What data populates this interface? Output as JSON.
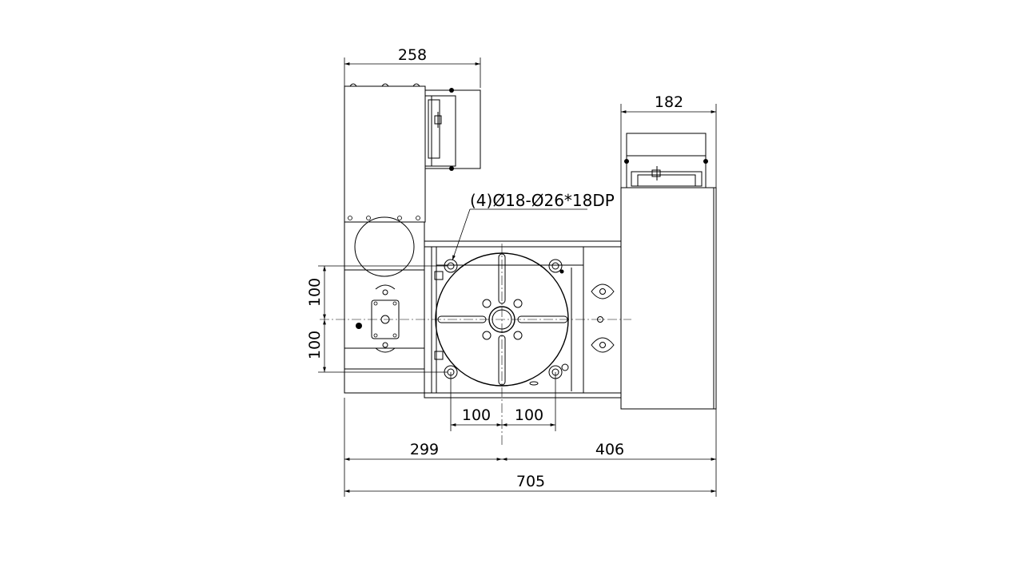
{
  "dimensions": {
    "top_left_width": "258",
    "top_right_width": "182",
    "vertical_upper": "100",
    "vertical_lower": "100",
    "bottom_left_hole": "100",
    "bottom_right_hole": "100",
    "left_to_center": "299",
    "center_to_right": "406",
    "overall_width": "705"
  },
  "callout": {
    "hole_spec": "(4)Ø18-Ø26*18DP"
  }
}
